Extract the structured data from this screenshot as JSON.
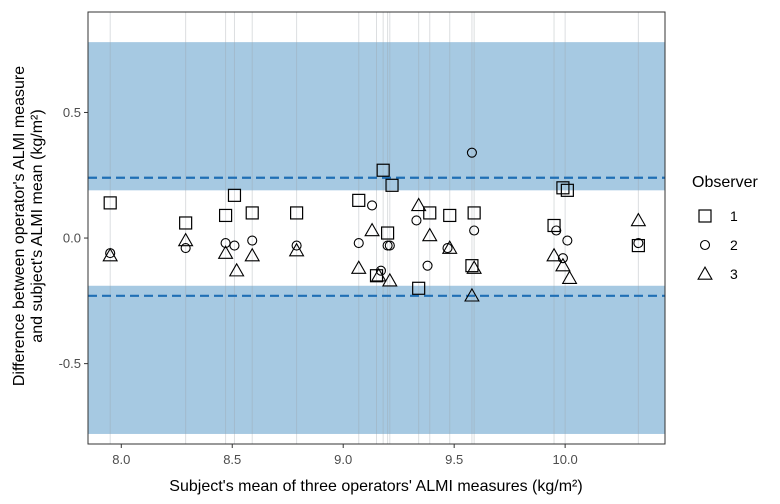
{
  "chart_data": {
    "type": "scatter",
    "title": "",
    "xlabel": "Subject's mean of three operators' ALMI measures (kg/m²)",
    "ylabel_line1": "Difference between operator's ALMI measure",
    "ylabel_line2": "and subject's ALMI mean (kg/m²)",
    "xlim": [
      7.85,
      10.45
    ],
    "ylim": [
      -0.82,
      0.9
    ],
    "x_ticks": [
      8.0,
      8.5,
      9.0,
      9.5,
      10.0
    ],
    "x_tick_labels": [
      "8.0",
      "8.5",
      "9.0",
      "9.5",
      "10.0"
    ],
    "y_ticks": [
      0.5,
      0.0,
      -0.5
    ],
    "y_tick_labels": [
      "0.5",
      "0.0",
      "-0.5"
    ],
    "bands": [
      {
        "y0": 0.19,
        "y1": 0.78,
        "color": "#a6c9e2"
      },
      {
        "y0": -0.78,
        "y1": -0.19,
        "color": "#a6c9e2"
      }
    ],
    "limits_of_agreement": [
      0.24,
      -0.23
    ],
    "limit_line_color": "#1f6fb5",
    "subject_means": [
      7.95,
      8.29,
      8.47,
      8.51,
      8.59,
      8.79,
      9.07,
      9.15,
      9.18,
      9.2,
      9.21,
      9.34,
      9.39,
      9.48,
      9.58,
      9.59,
      9.95,
      10.0,
      10.33
    ],
    "legend_title": "Observer",
    "series": [
      {
        "name": "1",
        "marker": "square",
        "points": [
          [
            7.95,
            0.14
          ],
          [
            8.29,
            0.06
          ],
          [
            8.47,
            0.09
          ],
          [
            8.51,
            0.17
          ],
          [
            8.59,
            0.1
          ],
          [
            8.79,
            0.1
          ],
          [
            9.07,
            0.15
          ],
          [
            9.15,
            -0.15
          ],
          [
            9.18,
            0.27
          ],
          [
            9.2,
            0.02
          ],
          [
            9.22,
            0.21
          ],
          [
            9.34,
            -0.2
          ],
          [
            9.39,
            0.1
          ],
          [
            9.48,
            0.09
          ],
          [
            9.58,
            -0.11
          ],
          [
            9.59,
            0.1
          ],
          [
            9.95,
            0.05
          ],
          [
            9.99,
            0.2
          ],
          [
            10.01,
            0.19
          ],
          [
            10.33,
            -0.03
          ]
        ]
      },
      {
        "name": "2",
        "marker": "circle",
        "points": [
          [
            7.95,
            -0.06
          ],
          [
            8.29,
            -0.04
          ],
          [
            8.47,
            -0.02
          ],
          [
            8.51,
            -0.03
          ],
          [
            8.59,
            -0.01
          ],
          [
            8.79,
            -0.03
          ],
          [
            9.07,
            -0.02
          ],
          [
            9.13,
            0.13
          ],
          [
            9.17,
            -0.13
          ],
          [
            9.2,
            -0.03
          ],
          [
            9.21,
            -0.03
          ],
          [
            9.33,
            0.07
          ],
          [
            9.38,
            -0.11
          ],
          [
            9.47,
            -0.04
          ],
          [
            9.58,
            0.34
          ],
          [
            9.59,
            0.03
          ],
          [
            9.96,
            0.03
          ],
          [
            9.99,
            -0.08
          ],
          [
            10.01,
            -0.01
          ],
          [
            10.33,
            -0.02
          ]
        ]
      },
      {
        "name": "3",
        "marker": "triangle",
        "points": [
          [
            7.95,
            -0.07
          ],
          [
            8.29,
            -0.01
          ],
          [
            8.47,
            -0.06
          ],
          [
            8.52,
            -0.13
          ],
          [
            8.59,
            -0.07
          ],
          [
            8.79,
            -0.05
          ],
          [
            9.07,
            -0.12
          ],
          [
            9.13,
            0.03
          ],
          [
            9.16,
            -0.15
          ],
          [
            9.21,
            -0.17
          ],
          [
            9.34,
            0.13
          ],
          [
            9.39,
            0.01
          ],
          [
            9.48,
            -0.04
          ],
          [
            9.58,
            -0.23
          ],
          [
            9.59,
            -0.12
          ],
          [
            9.95,
            -0.07
          ],
          [
            9.99,
            -0.11
          ],
          [
            10.02,
            -0.16
          ],
          [
            10.33,
            0.07
          ]
        ]
      }
    ]
  }
}
